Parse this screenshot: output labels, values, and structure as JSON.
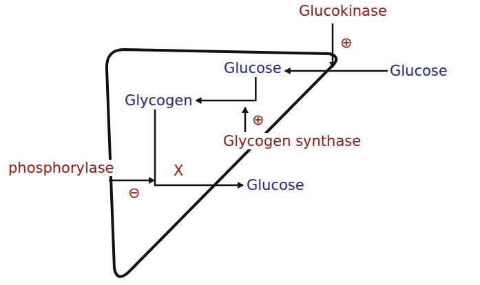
{
  "diagram": {
    "nodes": [
      {
        "text": [
          "Glucose"
        ]
      },
      {
        "text": [
          "Glucose"
        ]
      },
      {
        "text": [
          "Glycogen"
        ]
      },
      {
        "text": [
          "Glucose"
        ]
      }
    ],
    "edges": [
      {
        "from": 1,
        "to": 0,
        "arrow": "to"
      },
      {
        "from": 0,
        "to": 2,
        "arrow": "to"
      },
      {
        "from": 2,
        "to": 3,
        "arrow": "to"
      }
    ],
    "labels": [
      "Glucokinase",
      "⊕",
      "⊕",
      "Glycogen synthase",
      "phosphorylase",
      "X",
      "⊖"
    ]
  }
}
